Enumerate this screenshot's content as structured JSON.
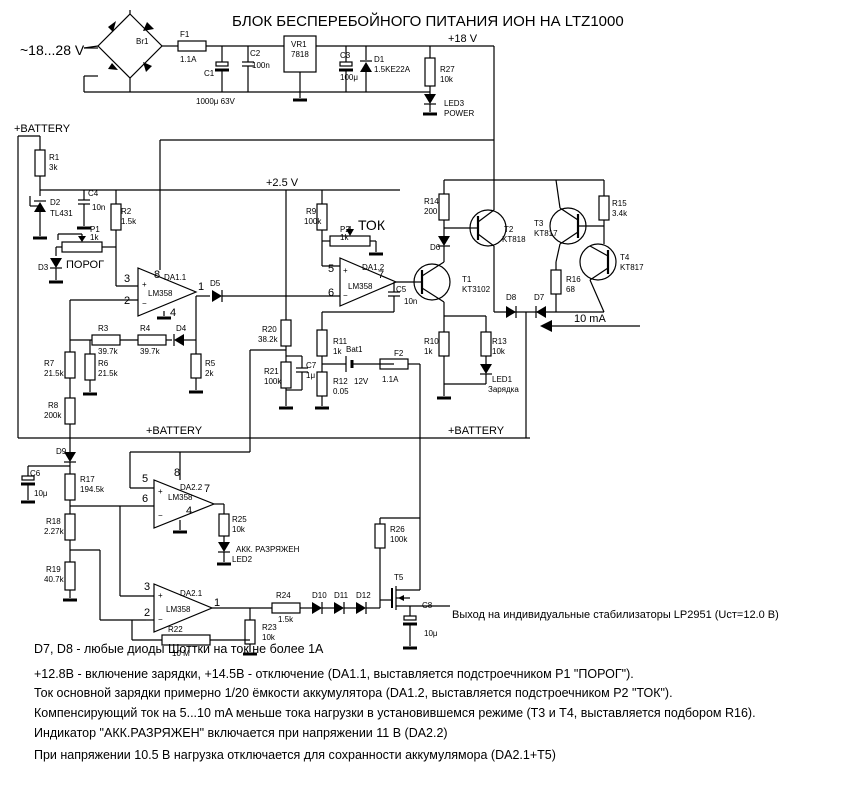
{
  "title": "БЛОК БЕСПЕРЕБОЙНОГО ПИТАНИЯ ИОН НА LTZ1000",
  "rails": {
    "input": "~18...28 V",
    "v18": "+18 V",
    "v25": "+2.5 V",
    "battery_top": "+BATTERY",
    "battery_mid_left": "+BATTERY",
    "battery_mid_right": "+BATTERY",
    "current_10ma": "10 mA"
  },
  "labels": {
    "porog": "ПОРОГ",
    "tok": "ТОК",
    "power": "POWER",
    "zaryadka": "Зарядка",
    "akk_razryazhen": "АКК. РАЗРЯЖЕН",
    "output": "Выход  на индивидуальные стабилизаторы LP2951 (Uст=12.0 В)"
  },
  "components": {
    "Br1": {
      "ref": "Br1"
    },
    "F1": {
      "ref": "F1",
      "value": "1.1A"
    },
    "C1": {
      "ref": "C1",
      "value": "1000μ 63V"
    },
    "C2": {
      "ref": "C2",
      "value": "100n"
    },
    "VR1": {
      "ref": "VR1",
      "value": "7818"
    },
    "C3": {
      "ref": "C3",
      "value": "100μ"
    },
    "D1": {
      "ref": "D1",
      "value": "1.5KE22A"
    },
    "R27": {
      "ref": "R27",
      "value": "10k"
    },
    "LED3": {
      "ref": "LED3"
    },
    "R1": {
      "ref": "R1",
      "value": "3k"
    },
    "D2": {
      "ref": "D2",
      "value": "TL431"
    },
    "C4": {
      "ref": "C4",
      "value": "10n"
    },
    "R2": {
      "ref": "R2",
      "value": "1.5k"
    },
    "P1": {
      "ref": "P1",
      "value": "1k"
    },
    "D3": {
      "ref": "D3"
    },
    "DA1_1": {
      "ref": "DA1.1",
      "value": "LM358"
    },
    "D5": {
      "ref": "D5"
    },
    "R9": {
      "ref": "R9",
      "value": "100k"
    },
    "P2": {
      "ref": "P2",
      "value": "1k"
    },
    "DA1_2": {
      "ref": "DA1.2",
      "value": "LM358"
    },
    "C5": {
      "ref": "C5",
      "value": "10n"
    },
    "R3": {
      "ref": "R3",
      "value": "39.7k"
    },
    "R4": {
      "ref": "R4",
      "value": "39.7k"
    },
    "D4": {
      "ref": "D4"
    },
    "R5": {
      "ref": "R5",
      "value": "2k"
    },
    "R6": {
      "ref": "R6",
      "value": "21.5k"
    },
    "R7": {
      "ref": "R7",
      "value": "21.5k"
    },
    "R8": {
      "ref": "R8",
      "value": "200k"
    },
    "R20": {
      "ref": "R20",
      "value": "38.2k"
    },
    "R21": {
      "ref": "R21",
      "value": "100k"
    },
    "C7": {
      "ref": "C7",
      "value": "1μ"
    },
    "R11": {
      "ref": "R11",
      "value": "1k"
    },
    "R12": {
      "ref": "R12",
      "value": "0.05"
    },
    "Bat1": {
      "ref": "Bat1",
      "value": "12V"
    },
    "F2": {
      "ref": "F2",
      "value": "1.1A"
    },
    "R14": {
      "ref": "R14",
      "value": "200"
    },
    "D6": {
      "ref": "D6"
    },
    "T2": {
      "ref": "T2",
      "value": "KT818"
    },
    "T3": {
      "ref": "T3",
      "value": "KT817"
    },
    "R15": {
      "ref": "R15",
      "value": "3.4k"
    },
    "T4": {
      "ref": "T4",
      "value": "KT817"
    },
    "R16": {
      "ref": "R16",
      "value": "68"
    },
    "T1": {
      "ref": "T1",
      "value": "KT3102"
    },
    "D8": {
      "ref": "D8"
    },
    "D7": {
      "ref": "D7"
    },
    "R10": {
      "ref": "R10",
      "value": "1k"
    },
    "R13": {
      "ref": "R13",
      "value": "10k"
    },
    "LED1": {
      "ref": "LED1"
    },
    "D9": {
      "ref": "D9"
    },
    "C6": {
      "ref": "C6",
      "value": "10μ"
    },
    "R17": {
      "ref": "R17",
      "value": "194.5k"
    },
    "R18": {
      "ref": "R18",
      "value": "2.27k"
    },
    "R19": {
      "ref": "R19",
      "value": "40.7k"
    },
    "DA2_2": {
      "ref": "DA2.2",
      "value": "LM358"
    },
    "R25": {
      "ref": "R25",
      "value": "10k"
    },
    "LED2": {
      "ref": "LED2"
    },
    "DA2_1": {
      "ref": "DA2.1",
      "value": "LM358"
    },
    "R22": {
      "ref": "R22",
      "value": "10 M"
    },
    "R24": {
      "ref": "R24",
      "value": "1.5k"
    },
    "R23": {
      "ref": "R23",
      "value": "10k"
    },
    "D10": {
      "ref": "D10"
    },
    "D11": {
      "ref": "D11"
    },
    "D12": {
      "ref": "D12"
    },
    "R26": {
      "ref": "R26",
      "value": "100k"
    },
    "T5": {
      "ref": "T5"
    },
    "C8": {
      "ref": "C8",
      "value": "10μ"
    }
  },
  "pins": {
    "p1": "1",
    "p2": "2",
    "p3": "3",
    "p4": "4",
    "p5": "5",
    "p6": "6",
    "p7": "7",
    "p8": "8"
  },
  "notes": [
    "D7, D8 - любые диоды Шоттки на ток не более 1А",
    "+12.8В - включение зарядки, +14.5В - отключение (DA1.1, выставляется подстроечником Р1 \"ПОРОГ\").",
    "Ток основной зарядки примерно 1/20 ёмкости аккумулятора (DA1.2, выставляется подстроечником Р2 \"ТОК\").",
    "Компенсирующий ток  на 5...10 mA меньше тока нагрузки в установившемся режиме (Т3 и Т4, выставляется подбором R16).",
    "Индикатор \"АКК.РАЗРЯЖЕН\" включается при напряжении 11 В (DA2.2)",
    "При напряжении 10.5 В нагрузка отключается для сохранности аккумулямора (DA2.1+Т5)"
  ]
}
